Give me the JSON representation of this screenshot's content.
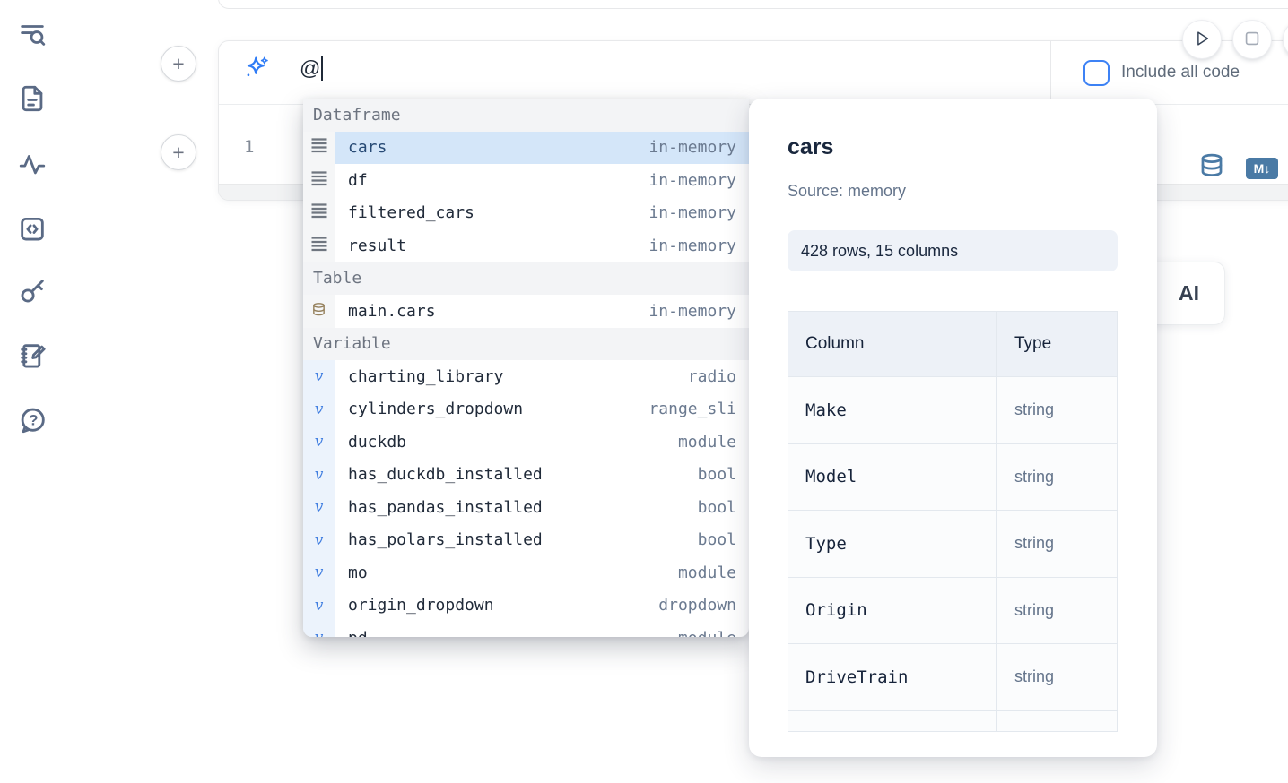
{
  "sidebar": {
    "items": [
      {
        "icon": "list-search-icon"
      },
      {
        "icon": "document-icon"
      },
      {
        "icon": "activity-icon"
      },
      {
        "icon": "code-block-icon"
      },
      {
        "icon": "key-icon"
      },
      {
        "icon": "scratchpad-icon"
      },
      {
        "icon": "help-chat-icon"
      }
    ]
  },
  "toolbar": {
    "add_cell_glyph": "+",
    "run_icon": "play-icon",
    "stop_icon": "square-icon"
  },
  "ai_cell": {
    "prompt_value": "@",
    "include_all_code_label": "Include all code",
    "include_all_code_checked": false,
    "line_number": "1",
    "markdown_badge": "M↓",
    "database_icon_color": "#4a7aa5",
    "sparkle_color": "#2f7cf6"
  },
  "autocomplete": {
    "sections": [
      {
        "label": "Dataframe",
        "kind": "dataframe",
        "items": [
          {
            "name": "cars",
            "type": "in-memory",
            "selected": true
          },
          {
            "name": "df",
            "type": "in-memory"
          },
          {
            "name": "filtered_cars",
            "type": "in-memory"
          },
          {
            "name": "result",
            "type": "in-memory"
          }
        ]
      },
      {
        "label": "Table",
        "kind": "table",
        "items": [
          {
            "name": "main.cars",
            "type": "in-memory"
          }
        ]
      },
      {
        "label": "Variable",
        "kind": "variable",
        "items": [
          {
            "name": "charting_library",
            "type": "radio"
          },
          {
            "name": "cylinders_dropdown",
            "type": "range_sli"
          },
          {
            "name": "duckdb",
            "type": "module"
          },
          {
            "name": "has_duckdb_installed",
            "type": "bool"
          },
          {
            "name": "has_pandas_installed",
            "type": "bool"
          },
          {
            "name": "has_polars_installed",
            "type": "bool"
          },
          {
            "name": "mo",
            "type": "module"
          },
          {
            "name": "origin_dropdown",
            "type": "dropdown"
          },
          {
            "name": "pd",
            "type": "module",
            "partial": true
          }
        ]
      }
    ],
    "selected_color": "#d4e6f9"
  },
  "preview": {
    "title": "cars",
    "source_label": "Source: memory",
    "shape": "428 rows, 15 columns",
    "table": {
      "headers": [
        "Column",
        "Type"
      ],
      "rows": [
        {
          "column": "Make",
          "type": "string"
        },
        {
          "column": "Model",
          "type": "string"
        },
        {
          "column": "Type",
          "type": "string"
        },
        {
          "column": "Origin",
          "type": "string"
        },
        {
          "column": "DriveTrain",
          "type": "string"
        }
      ],
      "partial_row_visible": true
    }
  },
  "ai_button": {
    "label": "AI"
  }
}
